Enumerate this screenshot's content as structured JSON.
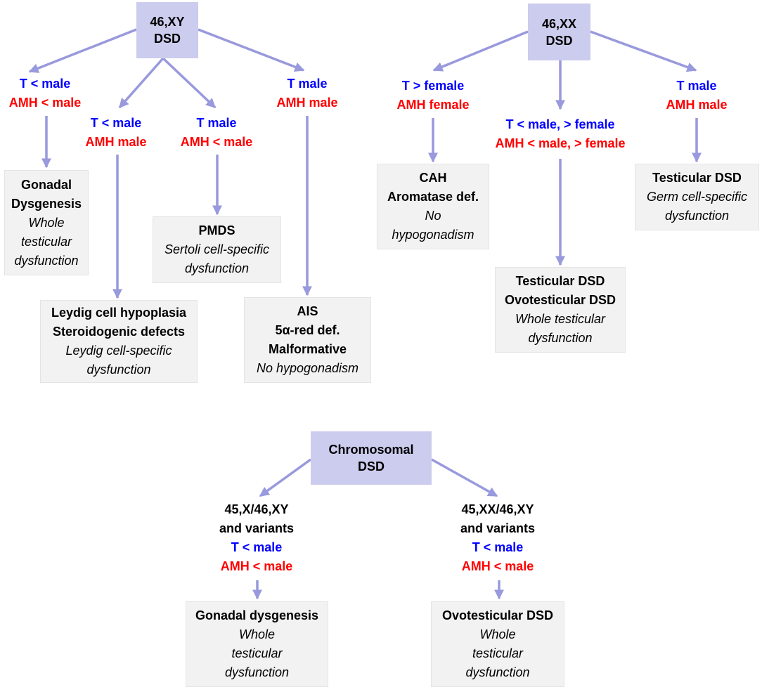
{
  "colors": {
    "header_fill": "#ccccee",
    "box_fill": "#f2f2f2",
    "arrow": "#9999dd",
    "testosterone": "#0000ff",
    "amh": "#ff0000",
    "text": "#000000"
  },
  "xy": {
    "title_line1": "46,XY",
    "title_line2": "DSD",
    "b1": {
      "t": "T < male",
      "amh": "AMH < male"
    },
    "b2": {
      "t": "T < male",
      "amh": "AMH male"
    },
    "b3": {
      "t": "T male",
      "amh": "AMH < male"
    },
    "b4": {
      "t": "T male",
      "amh": "AMH male"
    },
    "r1": {
      "lines": [
        "Gonadal",
        "Dysgenesis"
      ],
      "desc": [
        "Whole",
        "testicular",
        "dysfunction"
      ]
    },
    "r2": {
      "lines": [
        "Leydig cell hypoplasia",
        "Steroidogenic defects"
      ],
      "desc": [
        "Leydig cell-specific",
        "dysfunction"
      ]
    },
    "r3": {
      "lines": [
        "PMDS"
      ],
      "desc": [
        "Sertoli cell-specific",
        "dysfunction"
      ]
    },
    "r4": {
      "lines": [
        "AIS",
        "5α-red def.",
        "Malformative"
      ],
      "desc": [
        "No hypogonadism"
      ]
    }
  },
  "xx": {
    "title_line1": "46,XX",
    "title_line2": "DSD",
    "b1": {
      "t": "T > female",
      "amh": "AMH female"
    },
    "b2": {
      "t": "T < male, > female",
      "amh": "AMH < male, > female"
    },
    "b3": {
      "t": "T male",
      "amh": "AMH male"
    },
    "r1": {
      "lines": [
        "CAH",
        "Aromatase def."
      ],
      "desc": [
        "No",
        "hypogonadism"
      ]
    },
    "r2": {
      "lines": [
        "Testicular DSD",
        "Ovotesticular DSD"
      ],
      "desc": [
        "Whole testicular",
        "dysfunction"
      ]
    },
    "r3": {
      "lines": [
        "Testicular DSD"
      ],
      "desc": [
        "Germ cell-specific",
        "dysfunction"
      ]
    }
  },
  "chrom": {
    "title_line1": "Chromosomal",
    "title_line2": "DSD",
    "b1": {
      "karyotype": "45,X/46,XY",
      "variants": "and variants",
      "t": "T < male",
      "amh": "AMH < male"
    },
    "b2": {
      "karyotype": "45,XX/46,XY",
      "variants": "and variants",
      "t": "T < male",
      "amh": "AMH < male"
    },
    "r1": {
      "lines": [
        "Gonadal dysgenesis"
      ],
      "desc": [
        "Whole",
        "testicular",
        "dysfunction"
      ]
    },
    "r2": {
      "lines": [
        "Ovotesticular DSD"
      ],
      "desc": [
        "Whole",
        "testicular",
        "dysfunction"
      ]
    }
  }
}
